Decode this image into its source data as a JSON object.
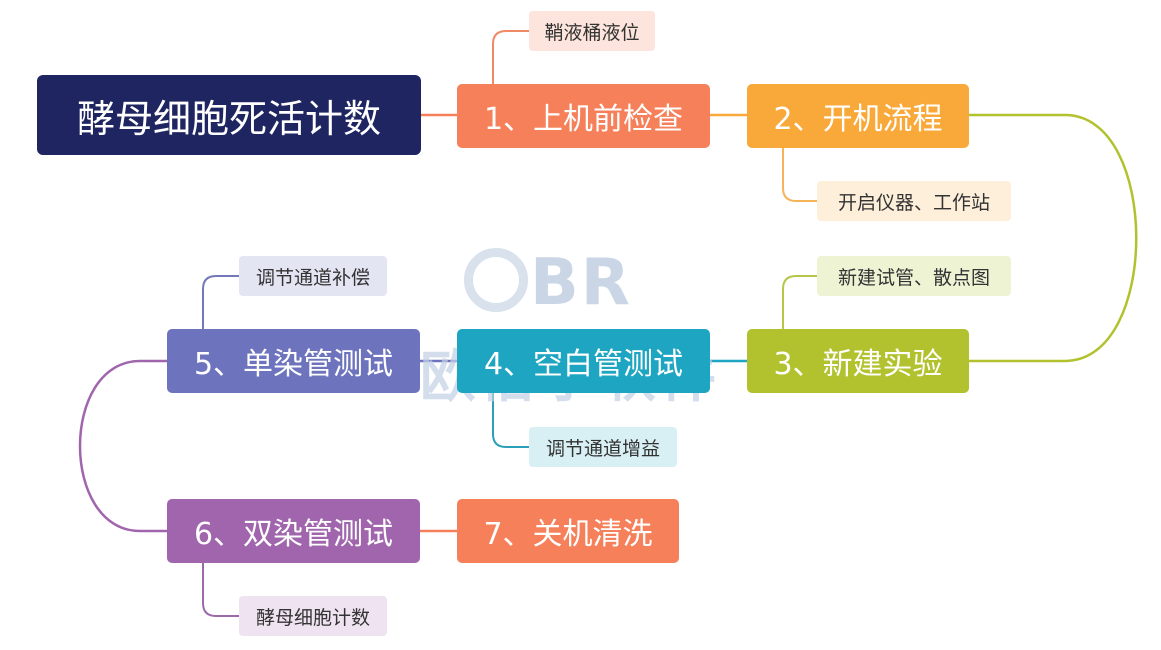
{
  "root": {
    "label": "酵母细胞死活计数",
    "color": "#1f2561"
  },
  "steps": [
    {
      "id": "s1",
      "label": "1、上机前检查",
      "color": "#f5805a"
    },
    {
      "id": "s2",
      "label": "2、开机流程",
      "color": "#f9a93a"
    },
    {
      "id": "s3",
      "label": "3、新建实验",
      "color": "#b2c22e"
    },
    {
      "id": "s4",
      "label": "4、空白管测试",
      "color": "#1ea5c2"
    },
    {
      "id": "s5",
      "label": "5、单染管测试",
      "color": "#6d74bd"
    },
    {
      "id": "s6",
      "label": "6、双染管测试",
      "color": "#a065ad"
    },
    {
      "id": "s7",
      "label": "7、关机清洗",
      "color": "#f5805a"
    }
  ],
  "details": [
    {
      "id": "d1",
      "step": "s1",
      "label": "鞘液桶液位",
      "bg": "#fde4dc",
      "line": "#ef8a66"
    },
    {
      "id": "d2",
      "step": "s2",
      "label": "开启仪器、工作站",
      "bg": "#fdefd9",
      "line": "#f5b35a"
    },
    {
      "id": "d3",
      "step": "s3",
      "label": "新建试管、散点图",
      "bg": "#eef3d4",
      "line": "#b7c64a"
    },
    {
      "id": "d4",
      "step": "s4",
      "label": "调节通道增益",
      "bg": "#d8eff4",
      "line": "#2a9fb8"
    },
    {
      "id": "d5",
      "step": "s5",
      "label": "调节通道补偿",
      "bg": "#e4e5f3",
      "line": "#7379b8"
    },
    {
      "id": "d6",
      "step": "s6",
      "label": "酵母细胞计数",
      "bg": "#efe3f1",
      "line": "#9d6aa9"
    }
  ],
  "watermark": {
    "logo": "BR",
    "text": "欧倍尔软件",
    "color": "#c3d1e6"
  }
}
